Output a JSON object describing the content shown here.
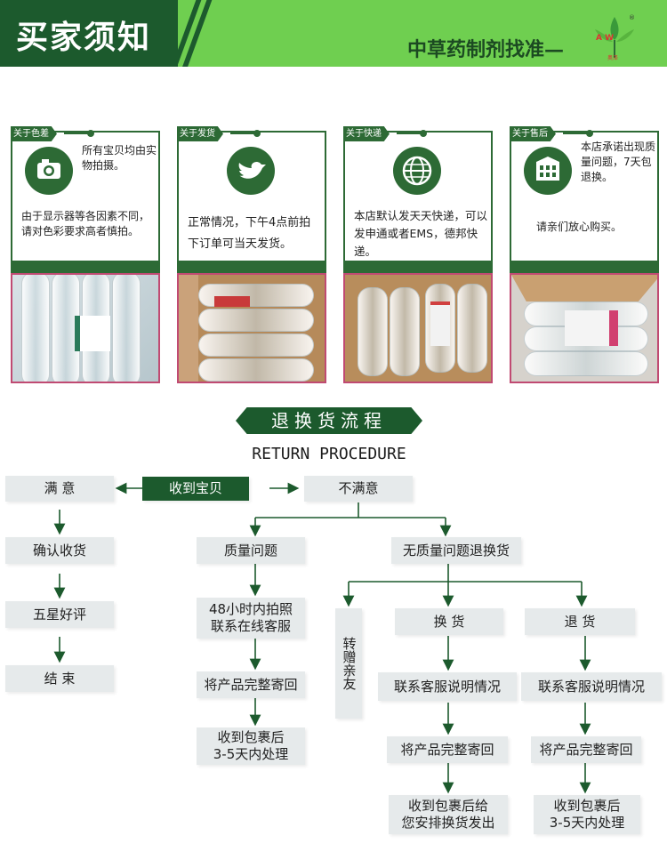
{
  "header": {
    "title": "买家须知",
    "slogan": "中草药制剂找准—",
    "logo_letters": "A W",
    "logo_text": "奥泽",
    "logo_reg": "®"
  },
  "cards": [
    {
      "tag": "关于色差",
      "side_text": "所有宝贝均由实物拍摄。",
      "main_text": "由于显示器等各因素不同，请对色彩要求高者慎拍。",
      "icon": "camera-icon"
    },
    {
      "tag": "关于发货",
      "side_text": "",
      "main_text": "正常情况，下午4点前拍下订单可当天发货。",
      "icon": "bird-icon"
    },
    {
      "tag": "关于快递",
      "side_text": "",
      "main_text": "本店默认发天天快递，可以发申通或者EMS，德邦快递。",
      "icon": "globe-icon"
    },
    {
      "tag": "关于售后",
      "side_text": "本店承诺出现质量问题，7天包退换。",
      "main_text": "请亲们放心购买。",
      "icon": "building-icon"
    }
  ],
  "procedure": {
    "title": "退换货流程",
    "title_en": "RETURN PROCEDURE"
  },
  "flow": {
    "received": "收到宝贝",
    "satisfied": "满 意",
    "unsatisfied": "不满意",
    "confirm": "确认收货",
    "five_star": "五星好评",
    "end": "结 束",
    "quality_issue": "质量问题",
    "no_quality_issue": "无质量问题退换货",
    "photo_48h_1": "48小时内拍照",
    "photo_48h_2": "联系在线客服",
    "return_product_q": "将产品完整寄回",
    "receive_process_q_1": "收到包裹后",
    "receive_process_q_2": "3-5天内处理",
    "gift": "转赠亲友",
    "exchange": "换 货",
    "refund": "退 货",
    "contact_ex": "联系客服说明情况",
    "contact_rf": "联系客服说明情况",
    "return_ex": "将产品完整寄回",
    "return_rf": "将产品完整寄回",
    "ex_ship_1": "收到包裹后给",
    "ex_ship_2": "您安排换货发出",
    "rf_process_1": "收到包裹后",
    "rf_process_2": "3-5天内处理"
  },
  "colors": {
    "dark_green": "#1c5a2d",
    "light_green": "#6fcf50",
    "card_green": "#2d6a35",
    "box_gray": "#e6eaeb"
  }
}
